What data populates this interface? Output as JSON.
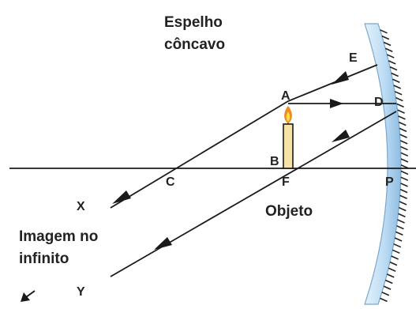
{
  "diagram": {
    "title_line1": "Espelho",
    "title_line2": "côncavo",
    "object_label": "Objeto",
    "image_label_line1": "Imagem no",
    "image_label_line2": "infinito",
    "points": {
      "A": "A",
      "B": "B",
      "C": "C",
      "D": "D",
      "E": "E",
      "F": "F",
      "P": "P",
      "X": "X",
      "Y": "Y"
    },
    "colors": {
      "lines": "#1a1a1a",
      "mirror_glass": "#bcdcf4",
      "mirror_edge": "#7aa7cc",
      "candle_body": "#f6e3a6",
      "flame_outer": "#f08a1e",
      "flame_inner": "#ffe04a"
    }
  }
}
